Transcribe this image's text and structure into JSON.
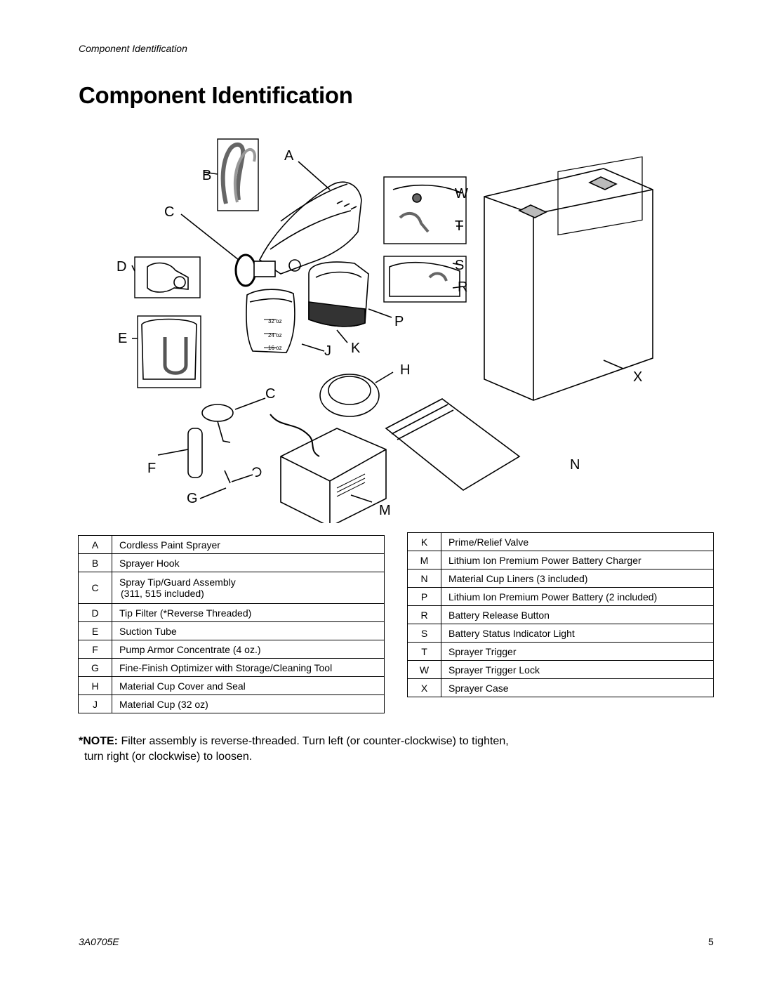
{
  "header": {
    "running_title": "Component Identification"
  },
  "title": "Component Identification",
  "figure_callouts": [
    "A",
    "B",
    "C",
    "D",
    "E",
    "J",
    "K",
    "W",
    "T",
    "S",
    "R",
    "P",
    "H",
    "X",
    "C",
    "F",
    "N",
    "G",
    "M"
  ],
  "legend_left": [
    {
      "key": "A",
      "desc": "Cordless Paint Sprayer"
    },
    {
      "key": "B",
      "desc": "Sprayer Hook"
    },
    {
      "key": "C",
      "desc": "Spray Tip/Guard Assembly",
      "desc2": "(311, 515 included)"
    },
    {
      "key": "D",
      "desc": "Tip Filter (*Reverse Threaded)"
    },
    {
      "key": "E",
      "desc": "Suction Tube"
    },
    {
      "key": "F",
      "desc": "Pump Armor Concentrate (4 oz.)"
    },
    {
      "key": "G",
      "desc": "Fine-Finish Optimizer with Storage/Cleaning Tool"
    },
    {
      "key": "H",
      "desc": "Material Cup Cover and Seal"
    },
    {
      "key": "J",
      "desc": "Material Cup (32 oz)"
    }
  ],
  "legend_right": [
    {
      "key": "K",
      "desc": "Prime/Relief Valve"
    },
    {
      "key": "M",
      "desc": "Lithium Ion Premium Power Battery Charger"
    },
    {
      "key": "N",
      "desc": "Material Cup Liners (3 included)"
    },
    {
      "key": "P",
      "desc": "Lithium Ion Premium Power Battery (2 included)"
    },
    {
      "key": "R",
      "desc": "Battery Release Button"
    },
    {
      "key": "S",
      "desc": "Battery Status Indicator Light"
    },
    {
      "key": "T",
      "desc": "Sprayer Trigger"
    },
    {
      "key": "W",
      "desc": "Sprayer Trigger Lock"
    },
    {
      "key": "X",
      "desc": "Sprayer Case"
    }
  ],
  "note": {
    "label": "*NOTE:",
    "line1": "Filter assembly is reverse-threaded. Turn left (or counter-clockwise) to tighten,",
    "line2": "turn right (or clockwise) to loosen."
  },
  "footer": {
    "doc_number": "3A0705E",
    "page_number": "5"
  },
  "figure_texts": [
    "32 oz",
    "24 oz",
    "16 oz"
  ]
}
